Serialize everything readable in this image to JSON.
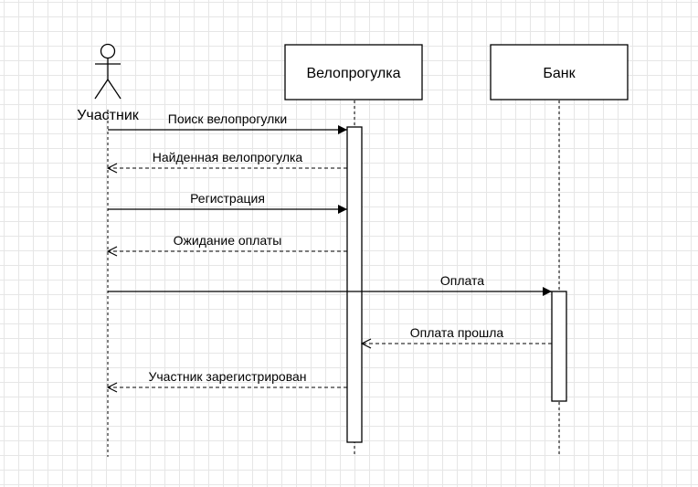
{
  "participants": {
    "actor": {
      "label": "Участник"
    },
    "ride": {
      "label": "Велопрогулка"
    },
    "bank": {
      "label": "Банк"
    }
  },
  "messages": [
    {
      "label": "Поиск велопрогулки",
      "kind": "sync",
      "from": "actor",
      "to": "ride"
    },
    {
      "label": "Найденная велопрогулка",
      "kind": "return",
      "from": "ride",
      "to": "actor"
    },
    {
      "label": "Регистрация",
      "kind": "sync",
      "from": "actor",
      "to": "ride"
    },
    {
      "label": "Ожидание оплаты",
      "kind": "return",
      "from": "ride",
      "to": "actor"
    },
    {
      "label": "Оплата",
      "kind": "sync",
      "from": "actor",
      "to": "bank"
    },
    {
      "label": "Оплата прошла",
      "kind": "return",
      "from": "bank",
      "to": "ride"
    },
    {
      "label": "Участник зарегистрирован",
      "kind": "return",
      "from": "ride",
      "to": "actor"
    }
  ],
  "colors": {
    "line": "#000000",
    "box_fill": "#ffffff",
    "grid": "#e6e6e6"
  }
}
